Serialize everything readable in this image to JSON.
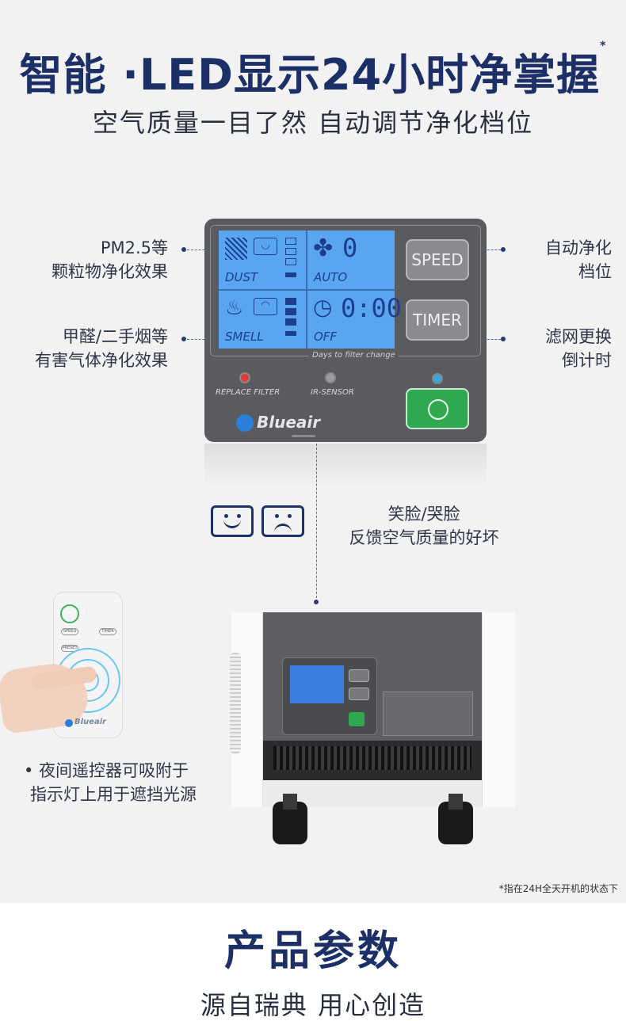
{
  "header": {
    "title": "智能 ·LED显示24小时净掌握",
    "title_mark": "*",
    "subtitle": "空气质量一目了然 自动调节净化档位"
  },
  "callouts": {
    "pm25_line1": "PM2.5等",
    "pm25_line2": "颗粒物净化效果",
    "gas_line1": "甲醛/二手烟等",
    "gas_line2": "有害气体净化效果",
    "auto_line1": "自动净化",
    "auto_line2": "档位",
    "filter_line1": "滤网更换",
    "filter_line2": "倒计时"
  },
  "panel": {
    "dust_label": "DUST",
    "auto_label": "AUTO",
    "smell_label": "SMELL",
    "off_label": "OFF",
    "speed_digit": "0",
    "timer_digits": "0:00",
    "days_caption": "Days to filter change",
    "speed_button": "SPEED",
    "timer_button": "TIMER",
    "replace_filter": "REPLACE FILTER",
    "ir_sensor": "IR-SENSOR",
    "brand": "Blueair"
  },
  "faces": {
    "caption_line1": "笑脸/哭脸",
    "caption_line2": "反馈空气质量的好坏"
  },
  "remote": {
    "speed": "SPEED",
    "timer": "TIMER",
    "preset": "PRESET",
    "brand": "Blueair",
    "note_line1": "夜间遥控器可吸附于",
    "note_line2": "指示灯上用于遮挡光源"
  },
  "footnote": "*指在24H全天开机的状态下",
  "footer": {
    "title": "产品参数",
    "subtitle": "源自瑞典 用心创造"
  },
  "colors": {
    "navy": "#1c2f66",
    "lcd_blue": "#5aa5f0",
    "power_green": "#2fa84f",
    "led_red": "#e03a3a",
    "led_blue": "#35a6e8"
  }
}
